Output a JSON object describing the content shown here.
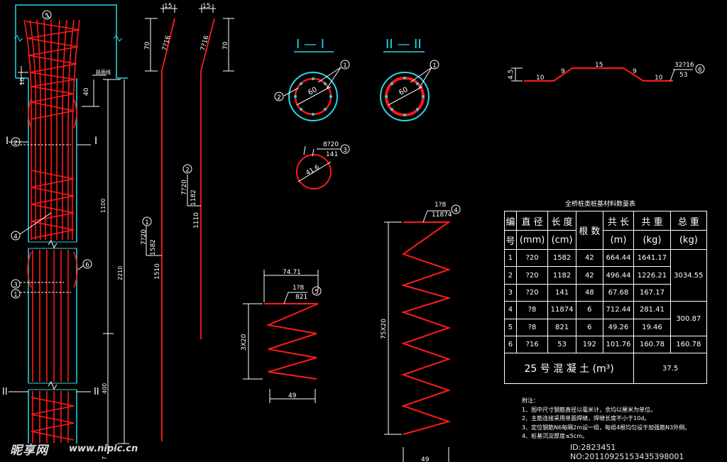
{
  "sections": {
    "s1": "I — I",
    "s2": "II — II",
    "d1": "60",
    "d2": "60",
    "d3": "41.6",
    "c1_r1": "1",
    "c1_r2": "2",
    "c2_r1": "1",
    "ring_top": "8?20",
    "ring_bot": "141",
    "ring_n": "3"
  },
  "column": {
    "n5": "5",
    "n4": "4",
    "n6": "6",
    "n3": "3",
    "n1": "1",
    "n2": "2",
    "mark_I": "I",
    "mark_II": "II",
    "dim_10": "10",
    "dim_40": "40",
    "dim_1100": "1100",
    "dim_2210": "2210",
    "dim_400": "400",
    "dim_7": "7",
    "gl": "路面线"
  },
  "bars": {
    "b1_top": "7?20",
    "b1_len": "1582",
    "b1_n": "1",
    "b1_dim": "1510",
    "b2_top": "7?20",
    "b2_len": "1182",
    "b2_n": "2",
    "b2_dim": "1110",
    "b_w15a": "15",
    "b_w15b": "15",
    "b_70a": "70",
    "b_70b": "70",
    "b_716a": "7?16",
    "b_716b": "7?16"
  },
  "bar6": {
    "d45": "4.5",
    "a": "10",
    "b": "9",
    "c": "15",
    "d": "9",
    "e": "10",
    "top": "32?16",
    "bot": "53",
    "n": "6"
  },
  "spiral5": {
    "w": "74.71",
    "top": "1?8",
    "len": "821",
    "n": "5",
    "h": "3X20",
    "bw": "49"
  },
  "spiral4": {
    "top": "1?8",
    "len": "11874",
    "n": "4",
    "h": "75X20",
    "bw": "49"
  },
  "table": {
    "title": "全桥桩类桩基材料数量表",
    "h1": [
      "编",
      "直 径",
      "长 度",
      "根 数",
      "共 长",
      "共 重",
      "总 重"
    ],
    "h2": [
      "号",
      "(mm)",
      "(cm)",
      "",
      "(m)",
      "(kg)",
      "(kg)"
    ],
    "rows": [
      [
        "1",
        "?20",
        "1582",
        "42",
        "664.44",
        "1641.17"
      ],
      [
        "2",
        "?20",
        "1182",
        "42",
        "496.44",
        "1226.21"
      ],
      [
        "3",
        "?20",
        "141",
        "48",
        "67.68",
        "167.17"
      ],
      [
        "4",
        "?8",
        "11874",
        "6",
        "712.44",
        "281.41"
      ],
      [
        "5",
        "?8",
        "821",
        "6",
        "49.26",
        "19.46"
      ],
      [
        "6",
        "?16",
        "53",
        "192",
        "101.76",
        "160.78"
      ]
    ],
    "total_a": "3034.55",
    "total_b": "300.87",
    "total_c": "160.78",
    "concrete_label": "25 号 混 凝 土 (m³)",
    "concrete_value": "37.5"
  },
  "notes": {
    "title": "附注：",
    "l1": "1、图中尺寸钢筋直径以毫米计，余均以厘米为单位。",
    "l2": "2、主筋连接采用单面焊缝，焊缝长度不小于10d。",
    "l3": "3、定位钢筋N6每隔2m设一组，每组4根均匀设于加强筋N3外侧。",
    "l4": "4、桩基沉淀厚度≤5cm。"
  },
  "watermark": {
    "brand": "昵享网",
    "url": "www.nipic.cn",
    "id": "ID:2823451 NO:20110925153435398001"
  }
}
